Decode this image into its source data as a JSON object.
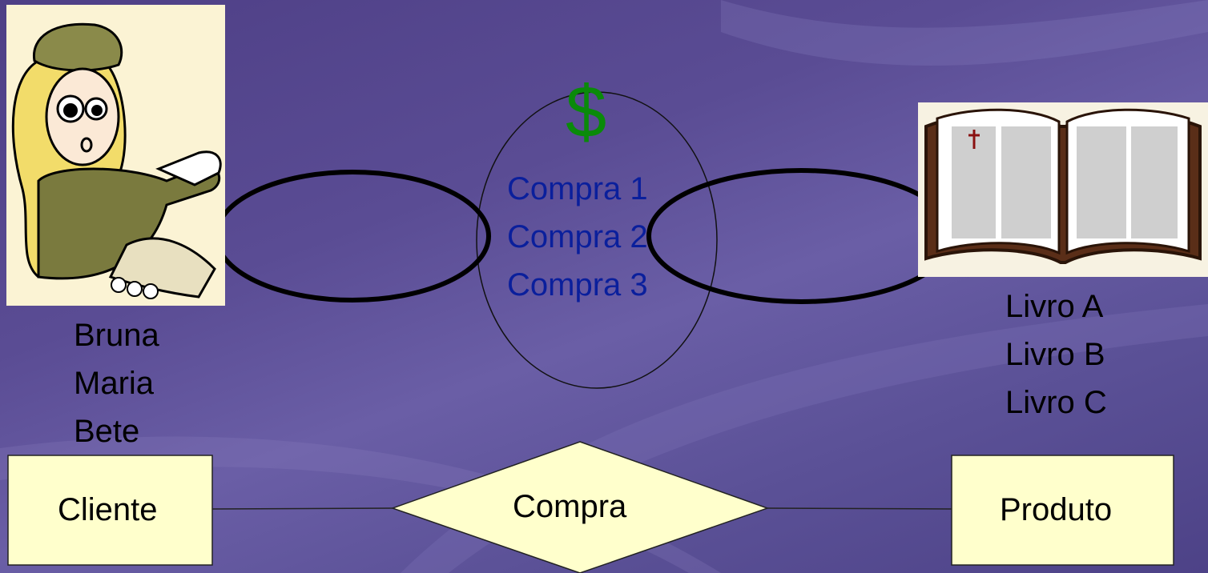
{
  "people": [
    "Bruna",
    "Maria",
    "Bete"
  ],
  "products": [
    "Livro A",
    "Livro B",
    "Livro C"
  ],
  "purchases": {
    "symbol": "$",
    "items": [
      "Compra 1",
      "Compra 2",
      "Compra 3"
    ]
  },
  "er": {
    "entity_left": "Cliente",
    "relationship": "Compra",
    "entity_right": "Produto"
  },
  "colors": {
    "background": "#5a4c94",
    "entity_fill": "#ffffcc",
    "dollar": "#0a8a0a",
    "purchase_text": "#0a1f9c"
  },
  "icons": {
    "left_image": "cartoon-woman-illustration",
    "right_image": "open-book-illustration"
  }
}
